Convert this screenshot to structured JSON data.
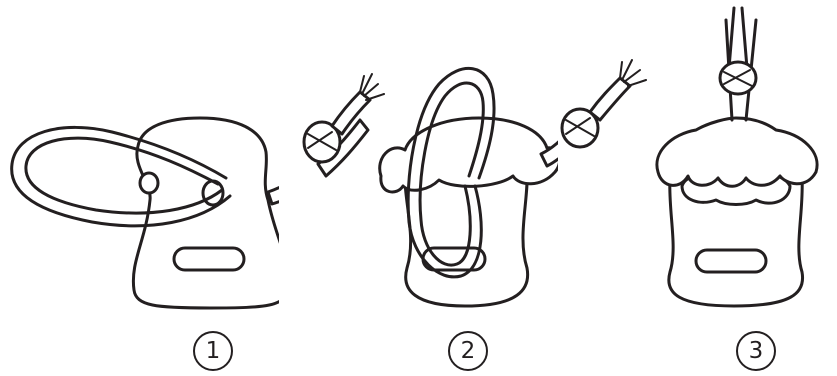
{
  "steps": [
    {
      "label": "1"
    },
    {
      "label": "2"
    },
    {
      "label": "3"
    }
  ],
  "colors": {
    "stroke": "#231f20",
    "fill": "#ffffff"
  },
  "icons": [
    "cord-stopper-icon",
    "cord-loop-icon",
    "cord-knot-icon",
    "frayed-cord-end-icon"
  ]
}
